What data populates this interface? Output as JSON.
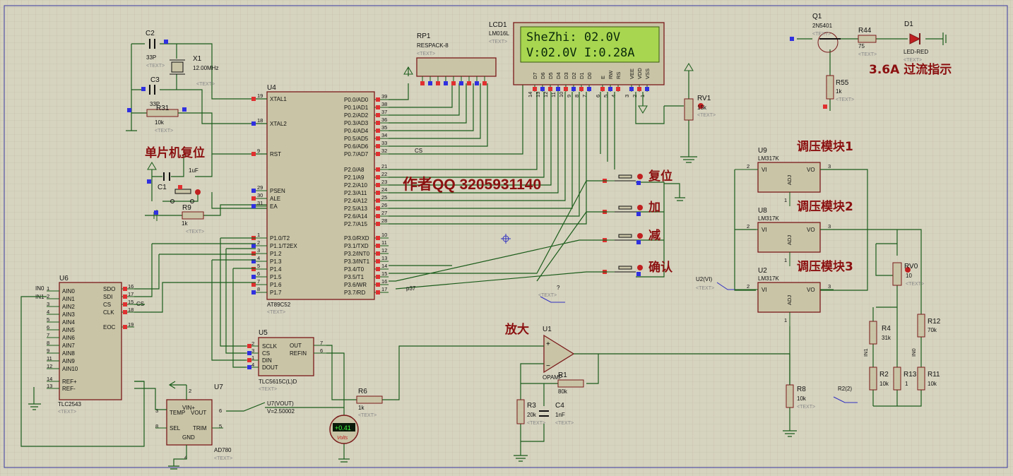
{
  "lcd": {
    "ref": "LCD1",
    "model": "LM016L",
    "line1": "SheZhi: 02.0V",
    "line2": "V:02.0V  I:0.28A",
    "pins": [
      "D7",
      "D6",
      "D5",
      "D4",
      "D3",
      "D2",
      "D1",
      "D0",
      "E",
      "RW",
      "RS",
      "VEE",
      "VDD",
      "VSS"
    ],
    "pin_nums": [
      "14",
      "13",
      "12",
      "11",
      "10",
      "9",
      "8",
      "7",
      "6",
      "5",
      "4",
      "3",
      "2",
      "1"
    ]
  },
  "mcu": {
    "ref": "U4",
    "model": "AT89C52",
    "left_pins": [
      {
        "n": "19",
        "l": "XTAL1"
      },
      {
        "n": "18",
        "l": "XTAL2"
      },
      {
        "n": "9",
        "l": "RST"
      },
      {
        "n": "29",
        "l": "PSEN"
      },
      {
        "n": "30",
        "l": "ALE"
      },
      {
        "n": "31",
        "l": "EA"
      },
      {
        "n": "1",
        "l": "P1.0/T2"
      },
      {
        "n": "2",
        "l": "P1.1/T2EX"
      },
      {
        "n": "3",
        "l": "P1.2"
      },
      {
        "n": "4",
        "l": "P1.3"
      },
      {
        "n": "5",
        "l": "P1.4"
      },
      {
        "n": "6",
        "l": "P1.5"
      },
      {
        "n": "7",
        "l": "P1.6"
      },
      {
        "n": "8",
        "l": "P1.7"
      }
    ],
    "right_pins": [
      {
        "n": "39",
        "l": "P0.0/AD0"
      },
      {
        "n": "38",
        "l": "P0.1/AD1"
      },
      {
        "n": "37",
        "l": "P0.2/AD2"
      },
      {
        "n": "36",
        "l": "P0.3/AD3"
      },
      {
        "n": "35",
        "l": "P0.4/AD4"
      },
      {
        "n": "34",
        "l": "P0.5/AD5"
      },
      {
        "n": "33",
        "l": "P0.6/AD6"
      },
      {
        "n": "32",
        "l": "P0.7/AD7"
      },
      {
        "n": "21",
        "l": "P2.0/A8"
      },
      {
        "n": "22",
        "l": "P2.1/A9"
      },
      {
        "n": "23",
        "l": "P2.2/A10"
      },
      {
        "n": "24",
        "l": "P2.3/A11"
      },
      {
        "n": "25",
        "l": "P2.4/A12"
      },
      {
        "n": "26",
        "l": "P2.5/A13"
      },
      {
        "n": "27",
        "l": "P2.6/A14"
      },
      {
        "n": "28",
        "l": "P2.7/A15"
      },
      {
        "n": "10",
        "l": "P3.0/RXD"
      },
      {
        "n": "11",
        "l": "P3.1/TXD"
      },
      {
        "n": "12",
        "l": "P3.2/INT0"
      },
      {
        "n": "13",
        "l": "P3.3/INT1"
      },
      {
        "n": "14",
        "l": "P3.4/T0"
      },
      {
        "n": "15",
        "l": "P3.5/T1"
      },
      {
        "n": "16",
        "l": "P3.6/WR"
      },
      {
        "n": "17",
        "l": "P3.7/RD"
      }
    ]
  },
  "adc": {
    "ref": "U6",
    "model": "TLC2543",
    "inputs": [
      "AIN0",
      "AIN1",
      "AIN2",
      "AIN3",
      "AIN4",
      "AIN5",
      "AIN6",
      "AIN7",
      "AIN8",
      "AIN9",
      "AIN10"
    ],
    "input_nums": [
      "1",
      "2",
      "3",
      "4",
      "5",
      "6",
      "7",
      "8",
      "9",
      "11",
      "12"
    ],
    "ref_pins": [
      {
        "n": "14",
        "l": "REF+"
      },
      {
        "n": "13",
        "l": "REF-"
      }
    ],
    "outputs": [
      {
        "n": "16",
        "l": "SDO"
      },
      {
        "n": "17",
        "l": "SDI"
      },
      {
        "n": "15",
        "l": "CS"
      },
      {
        "n": "18",
        "l": "CLK"
      },
      {
        "n": "19",
        "l": "EOC"
      }
    ],
    "net_in0": "IN0",
    "net_in1": "IN1",
    "net_cs": "CS"
  },
  "dac": {
    "ref": "U5",
    "model": "TLC5615C(L)D",
    "left": [
      {
        "n": "2",
        "l": "SCLK"
      },
      {
        "n": "3",
        "l": "CS"
      },
      {
        "n": "1",
        "l": "DIN"
      },
      {
        "n": "4",
        "l": "DOUT"
      }
    ],
    "right": [
      {
        "n": "7",
        "l": "OUT"
      },
      {
        "n": "6",
        "l": "REFIN"
      }
    ]
  },
  "vref": {
    "ref": "U7",
    "model": "AD780",
    "pins": [
      {
        "n": "2",
        "l": "VIN+"
      },
      {
        "n": "3",
        "l": "TEMP"
      },
      {
        "n": "6",
        "l": "VOUT"
      },
      {
        "n": "8",
        "l": "SEL"
      },
      {
        "n": "5",
        "l": "TRIM"
      },
      {
        "n": "4",
        "l": "GND"
      }
    ],
    "probe": "U7(VOUT)",
    "probe_value": "V=2.50002"
  },
  "opamp": {
    "ref": "U1",
    "model": "OPAMP"
  },
  "regulators": [
    {
      "ref": "U9",
      "model": "LM317K",
      "label": "调压模块1"
    },
    {
      "ref": "U8",
      "model": "LM317K",
      "label": "调压模块2"
    },
    {
      "ref": "U2",
      "model": "LM317K",
      "label": "调压模块3"
    }
  ],
  "reg_pins": {
    "vi": "VI",
    "vo": "VO",
    "adj": "ADJ",
    "n_vi": "2",
    "n_vo": "3",
    "n_adj": "1"
  },
  "voltmeter": {
    "reading": "+0.41",
    "unit": "Volts"
  },
  "buttons": [
    "复位",
    "加",
    "减",
    "确认"
  ],
  "annotations": {
    "reset": "单片机复位",
    "author": "作者QQ 3205931140",
    "amp": "放大",
    "overcurrent": "3.6A 过流指示"
  },
  "parts": {
    "c2": {
      "ref": "C2",
      "value": "33P"
    },
    "c3": {
      "ref": "C3",
      "value": "33P"
    },
    "x1": {
      "ref": "X1",
      "value": "12.00MHz"
    },
    "r31": {
      "ref": "R31",
      "value": "10k"
    },
    "c1": {
      "ref": "C1",
      "value": "1uF"
    },
    "r9": {
      "ref": "R9",
      "value": "1k"
    },
    "rp1": {
      "ref": "RP1",
      "value": "RESPACK-8"
    },
    "rv1": {
      "ref": "RV1",
      "value": "15k"
    },
    "q1": {
      "ref": "Q1",
      "value": "2N5401"
    },
    "r44": {
      "ref": "R44",
      "value": "75"
    },
    "d1": {
      "ref": "D1",
      "value": "LED-RED"
    },
    "r55": {
      "ref": "R55",
      "value": "1k"
    },
    "rv0": {
      "ref": "RV0",
      "value": "10"
    },
    "r4": {
      "ref": "R4",
      "value": "31k"
    },
    "r12": {
      "ref": "R12",
      "value": "70k"
    },
    "r2": {
      "ref": "R2",
      "value": "10k"
    },
    "r13": {
      "ref": "R13",
      "value": "1"
    },
    "r11": {
      "ref": "R11",
      "value": "10k"
    },
    "r8": {
      "ref": "R8",
      "value": "10k"
    },
    "r6": {
      "ref": "R6",
      "value": "1k"
    },
    "r1": {
      "ref": "R1",
      "value": "80k"
    },
    "r3": {
      "ref": "R3",
      "value": "20k"
    },
    "c4": {
      "ref": "C4",
      "value": "1nF"
    }
  },
  "nets": {
    "p37": "p37",
    "cs": "CS",
    "u2vi": "U2(VI)",
    "r22": "R2(2)",
    "q": "?",
    "text": "<TEXT>"
  }
}
